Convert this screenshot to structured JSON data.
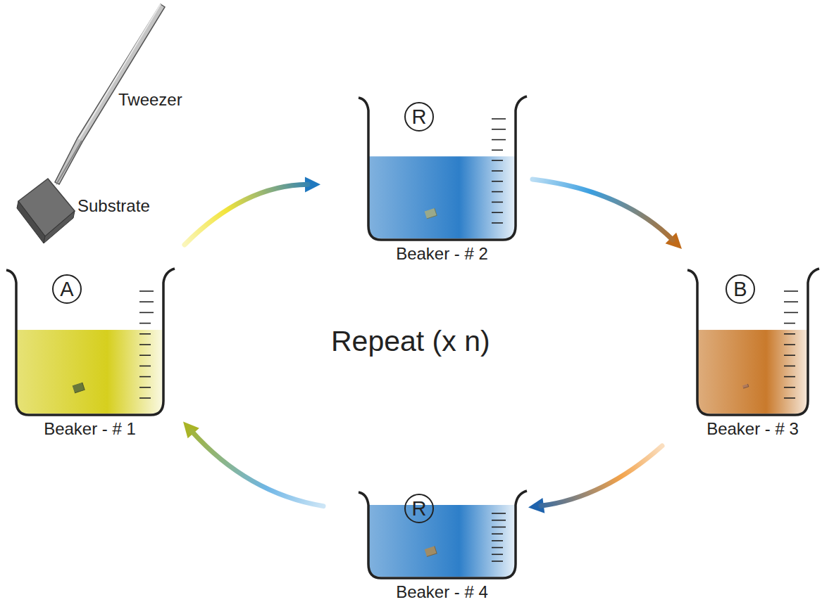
{
  "diagram": {
    "nodes": [
      {
        "text": [
          "A",
          "Beaker - # 1"
        ]
      },
      {
        "text": [
          "R",
          "Beaker - # 2"
        ]
      },
      {
        "text": [
          "B",
          "Beaker - # 3"
        ]
      },
      {
        "text": [
          "R",
          "Beaker - # 4"
        ]
      }
    ],
    "edges": [
      {
        "from": 0,
        "to": 1,
        "arrow": "to"
      },
      {
        "from": 1,
        "to": 2,
        "arrow": "to"
      },
      {
        "from": 2,
        "to": 3,
        "arrow": "to"
      },
      {
        "from": 3,
        "to": 0,
        "arrow": "to"
      }
    ],
    "labels": [
      "Tweezer",
      "Substrate",
      "Repeat (x n)"
    ]
  }
}
